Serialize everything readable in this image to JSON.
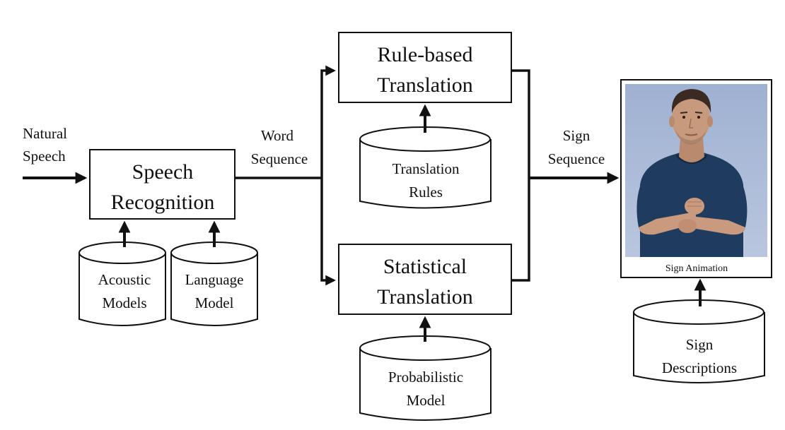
{
  "input": {
    "line1": "Natural",
    "line2": "Speech"
  },
  "speech_recognition": {
    "line1": "Speech",
    "line2": "Recognition"
  },
  "acoustic_models": {
    "line1": "Acoustic",
    "line2": "Models"
  },
  "language_model": {
    "line1": "Language",
    "line2": "Model"
  },
  "word_sequence": {
    "line1": "Word",
    "line2": "Sequence"
  },
  "rule_based": {
    "line1": "Rule-based",
    "line2": "Translation"
  },
  "translation_rules": {
    "line1": "Translation",
    "line2": "Rules"
  },
  "statistical": {
    "line1": "Statistical",
    "line2": "Translation"
  },
  "probabilistic_model": {
    "line1": "Probabilistic",
    "line2": "Model"
  },
  "sign_sequence": {
    "line1": "Sign",
    "line2": "Sequence"
  },
  "sign_animation": {
    "caption": "Sign Animation"
  },
  "sign_descriptions": {
    "line1": "Sign",
    "line2": "Descriptions"
  },
  "colors": {
    "ink": "#111111",
    "avatar_bg": "#a9b8d6",
    "shirt": "#1e3a5f",
    "skin": "#c99a7e",
    "hair": "#3a2a22"
  }
}
